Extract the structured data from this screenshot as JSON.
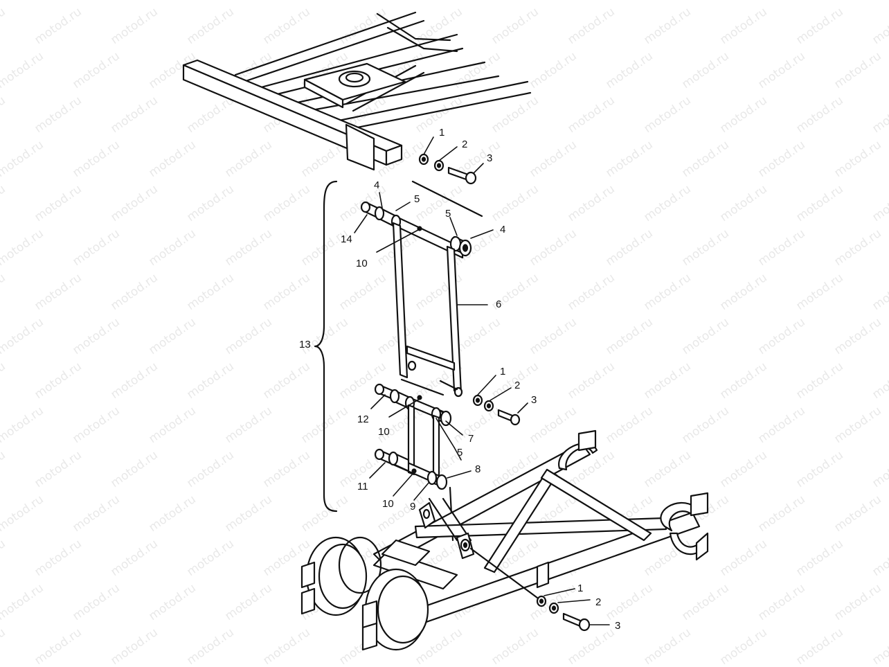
{
  "watermark": {
    "text": "motod.ru"
  },
  "callouts": {
    "top_1": "1",
    "top_2": "2",
    "top_3": "3",
    "upper_4a": "4",
    "upper_5a": "5",
    "upper_5b": "5",
    "upper_4b": "4",
    "upper_14": "14",
    "upper_10": "10",
    "link_6": "6",
    "mid_1": "1",
    "mid_2": "2",
    "mid_3": "3",
    "bracket_13": "13",
    "lower_12": "12",
    "lower_10a": "10",
    "lower_7": "7",
    "lower_5": "5",
    "lower_11": "11",
    "lower_10b": "10",
    "lower_9": "9",
    "lower_8": "8",
    "bottom_1": "1",
    "bottom_2": "2",
    "bottom_3": "3"
  }
}
